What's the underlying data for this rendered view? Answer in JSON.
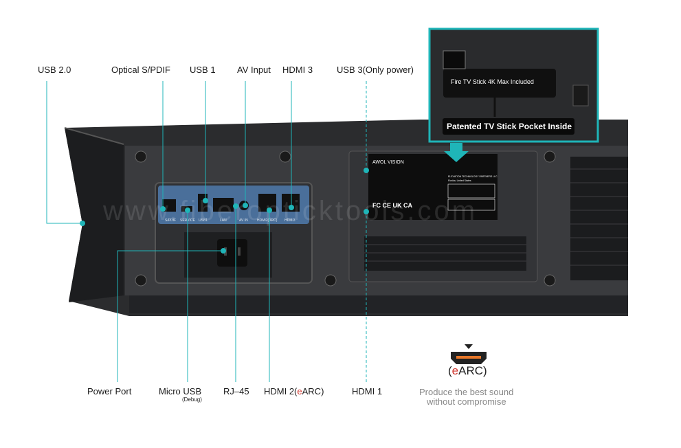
{
  "labels_top": {
    "usb20": "USB 2.0",
    "optical": "Optical S/PDIF",
    "usb1": "USB 1",
    "av_input": "AV Input",
    "hdmi3": "HDMI 3",
    "usb3": "USB 3(Only power)"
  },
  "labels_bottom": {
    "power_port": "Power Port",
    "micro_usb": "Micro USB",
    "micro_usb_sub": "(Debug)",
    "rj45": "RJ–45",
    "hdmi2_prefix": "HDMI 2(",
    "hdmi2_e": "e",
    "hdmi2_suffix": "ARC)",
    "hdmi1": "HDMI 1"
  },
  "inset": {
    "stick_label": "Fire TV Stick 4K Max Included",
    "pocket_caption": "Patented TV Stick Pocket Inside"
  },
  "earc": {
    "paren_open": "(",
    "e": "e",
    "arc": "ARC)",
    "tagline_line1": "Produce the best sound",
    "tagline_line2": "without compromise"
  },
  "panel_port_labels": [
    "S/PDIF",
    "SERVICE",
    "USB1",
    "LAN",
    "AV IN",
    "HDMI2(ARC)",
    "HDMI3"
  ],
  "spec_label": {
    "brand": "AWOL VISION",
    "company": "ELEVATION TECHNOLOGY PARTNERS LLC",
    "address": "Florida, United States",
    "cert_marks": "FC CE UK CA"
  },
  "watermark": "www.fiberopticktools.com",
  "colors": {
    "accent_teal": "#1fb5b8",
    "earc_red": "#d0342c",
    "device_dark": "#2b2c2e",
    "port_panel_blue": "#4a6f9a"
  }
}
